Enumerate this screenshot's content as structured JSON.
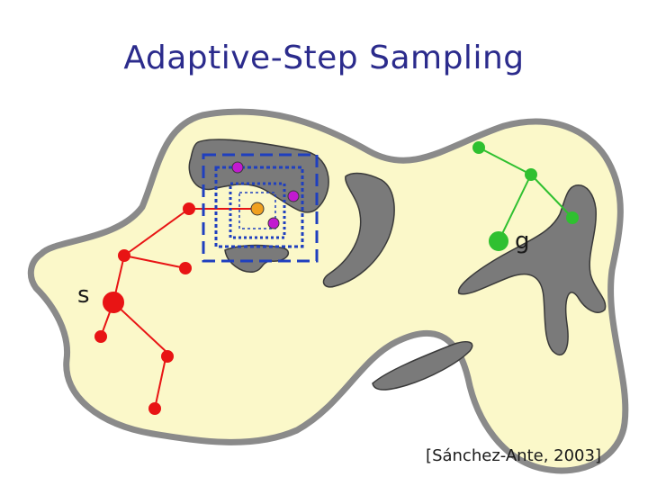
{
  "title": "Adaptive-Step Sampling",
  "labels": {
    "start": "s",
    "goal": "g"
  },
  "citation": "[Sánchez-Ante, 2003]",
  "colors": {
    "title": "#2b2b8c",
    "free_space": "#fbf8c9",
    "free_space_border": "#8a8a8a",
    "obstacle": "#7a7a7a",
    "start_tree": "#e81414",
    "goal_tree": "#2fc030",
    "sample_boxes": "#1f3fbf",
    "sample_points": "#c21ad0",
    "current_sample": "#f0a020"
  }
}
